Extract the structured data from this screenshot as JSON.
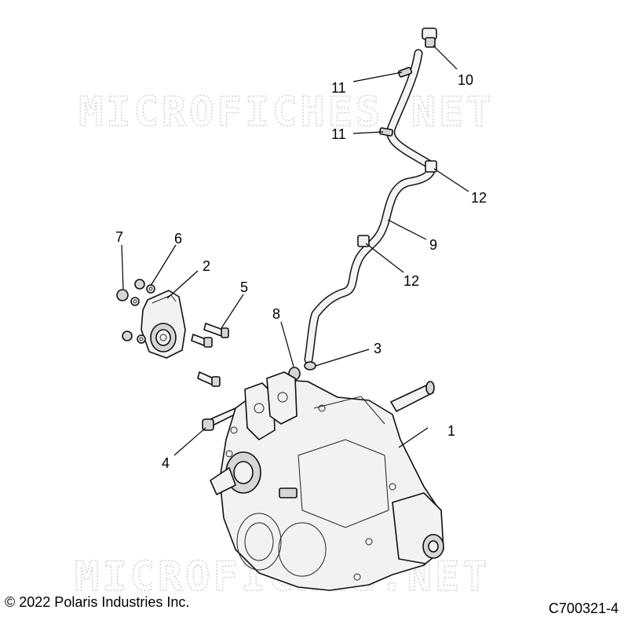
{
  "watermark": {
    "top": "MICROFICHES.NET",
    "bottom": "MICROFICHES.NET"
  },
  "callouts": {
    "c1": "1",
    "c2": "2",
    "c3": "3",
    "c4": "4",
    "c5": "5",
    "c6": "6",
    "c7": "7",
    "c8": "8",
    "c9": "9",
    "c10": "10",
    "c11a": "11",
    "c11b": "11",
    "c12a": "12",
    "c12b": "12"
  },
  "footer": {
    "copyright": "© 2022 Polaris Industries Inc.",
    "code": "C700321-4"
  }
}
